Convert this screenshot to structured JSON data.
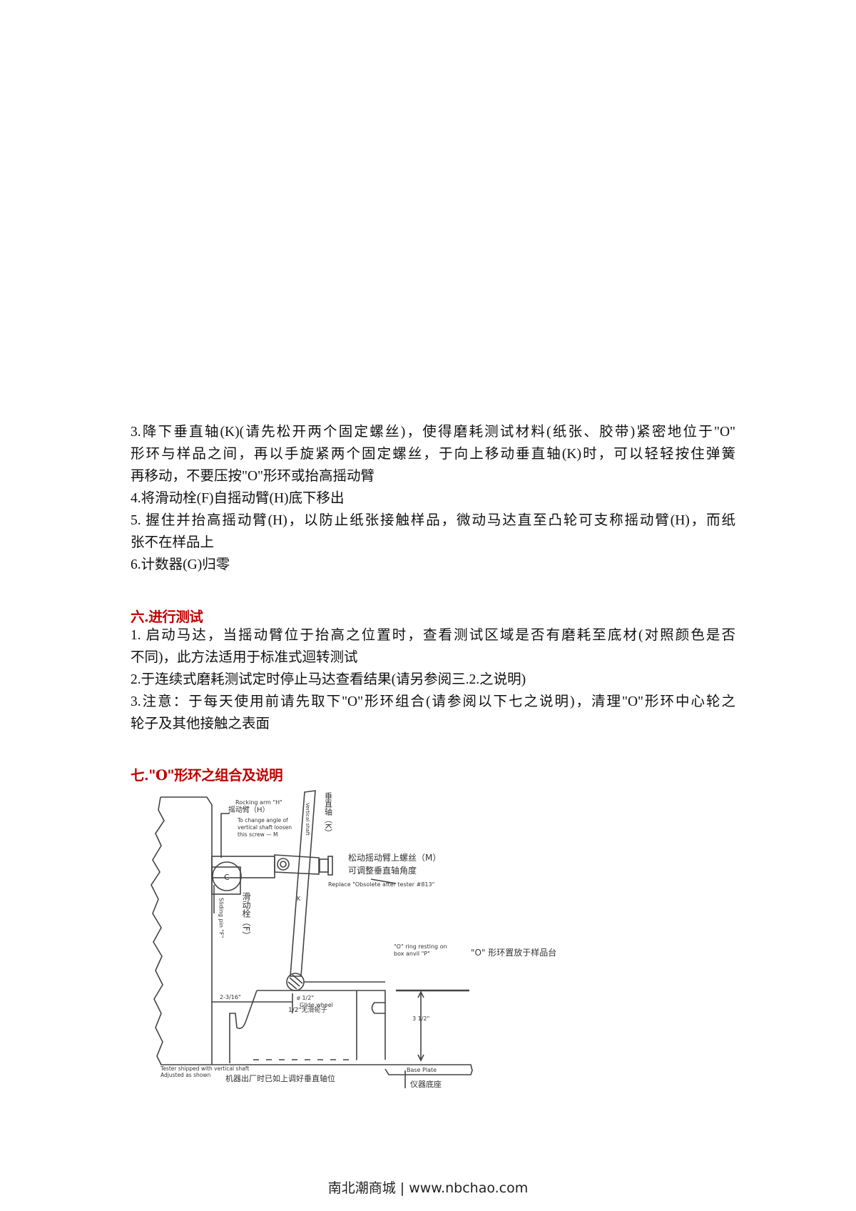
{
  "section5_steps": {
    "step3": [
      "3.降下垂直轴(K)(请先松开两个固定螺丝)，使得磨耗测试材料(纸张、胶带)紧密地位于\"O\"",
      "形环与样品之间，再以手旋紧两个固定螺丝，于向上移动垂直轴(K)时，可以轻轻按住弹簧",
      "再移动，不要压按\"O\"形环或抬高摇动臂"
    ],
    "step4": "4.将滑动栓(F)自摇动臂(H)底下移出",
    "step5": [
      "5. 握住并抬高摇动臂(H)，以防止纸张接触样品，微动马达直至凸轮可支称摇动臂(H)，而纸",
      "张不在样品上"
    ],
    "step6": "6.计数器(G)归零"
  },
  "section6": {
    "heading": "六.进行测试",
    "step1": [
      "1. 启动马达，当摇动臂位于抬高之位置时，查看测试区域是否有磨耗至底材(对照颜色是否",
      "不同)，此方法适用于标准式迴转测试"
    ],
    "step2": "2.于连续式磨耗测试定时停止马达查看结果(请另参阅三.2.之说明)",
    "step3": [
      "3.注意：于每天使用前请先取下\"O\"形环组合(请参阅以下七之说明)，清理\"O\"形环中心轮之",
      "轮子及其他接触之表面"
    ]
  },
  "section7": {
    "heading": "七.\"O\"形环之组合及说明",
    "diagram": {
      "rocking_arm_en": "Rocking arm \"H\"",
      "rocking_arm_cn": "摇动臂（H）",
      "change_angle": [
        "To change angle of",
        "vertical shaft loosen",
        "this screw — M"
      ],
      "vertical_shaft_cn": "垂直轴（K）",
      "vertical_shaft_en": "Vertical shaft",
      "loosen_screw_cn": [
        "松动摇动臂上螺丝（M）",
        "可调整垂直轴角度"
      ],
      "replace_note": "Replace \"Obsolete after tester #813\"",
      "cam_label": "C",
      "shaft_k": "K",
      "sliding_pin_en": "Sliding pin \"F\"",
      "sliding_pin_cn": "滑动栓（F）",
      "ring_resting_en": [
        "\"O\" ring resting on",
        "box anvil \"P\""
      ],
      "ring_resting_cn": "\"O\" 形环置放于样品台",
      "dimension_width": "2-3/16\"",
      "wheel_en": [
        "ø 1/2\"",
        "Glide wheel"
      ],
      "wheel_cn": "1/2\"无滑轮子",
      "height_dim": "3 1/2\"",
      "shipped_en": [
        "Tester shipped with vertical shaft",
        "Adjusted as shown"
      ],
      "shipped_cn": "机器出厂时已如上调好垂直轴位",
      "base_plate_en": "Base Plate",
      "base_plate_cn": "仪器底座"
    }
  },
  "footer": "南北潮商城 | www.nbchao.com"
}
